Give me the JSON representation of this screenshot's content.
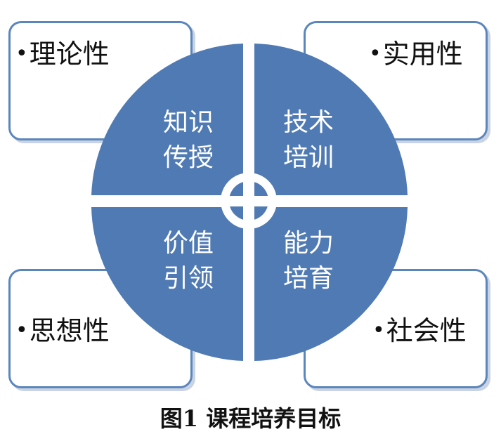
{
  "corners": {
    "top_left": {
      "bullet": "•",
      "label": "理论性"
    },
    "top_right": {
      "bullet": "•",
      "label": "实用性"
    },
    "bottom_left": {
      "bullet": "•",
      "label": "思想性"
    },
    "bottom_right": {
      "bullet": "•",
      "label": "社会性"
    }
  },
  "quadrants": {
    "top_left": {
      "line1": "知识",
      "line2": "传授"
    },
    "top_right": {
      "line1": "技术",
      "line2": "培训"
    },
    "bottom_left": {
      "line1": "价值",
      "line2": "引领"
    },
    "bottom_right": {
      "line1": "能力",
      "line2": "培育"
    }
  },
  "colors": {
    "wheel_fill": "#4f7ab3",
    "box_border": "#5b86bd"
  },
  "caption": "图1  课程培养目标"
}
